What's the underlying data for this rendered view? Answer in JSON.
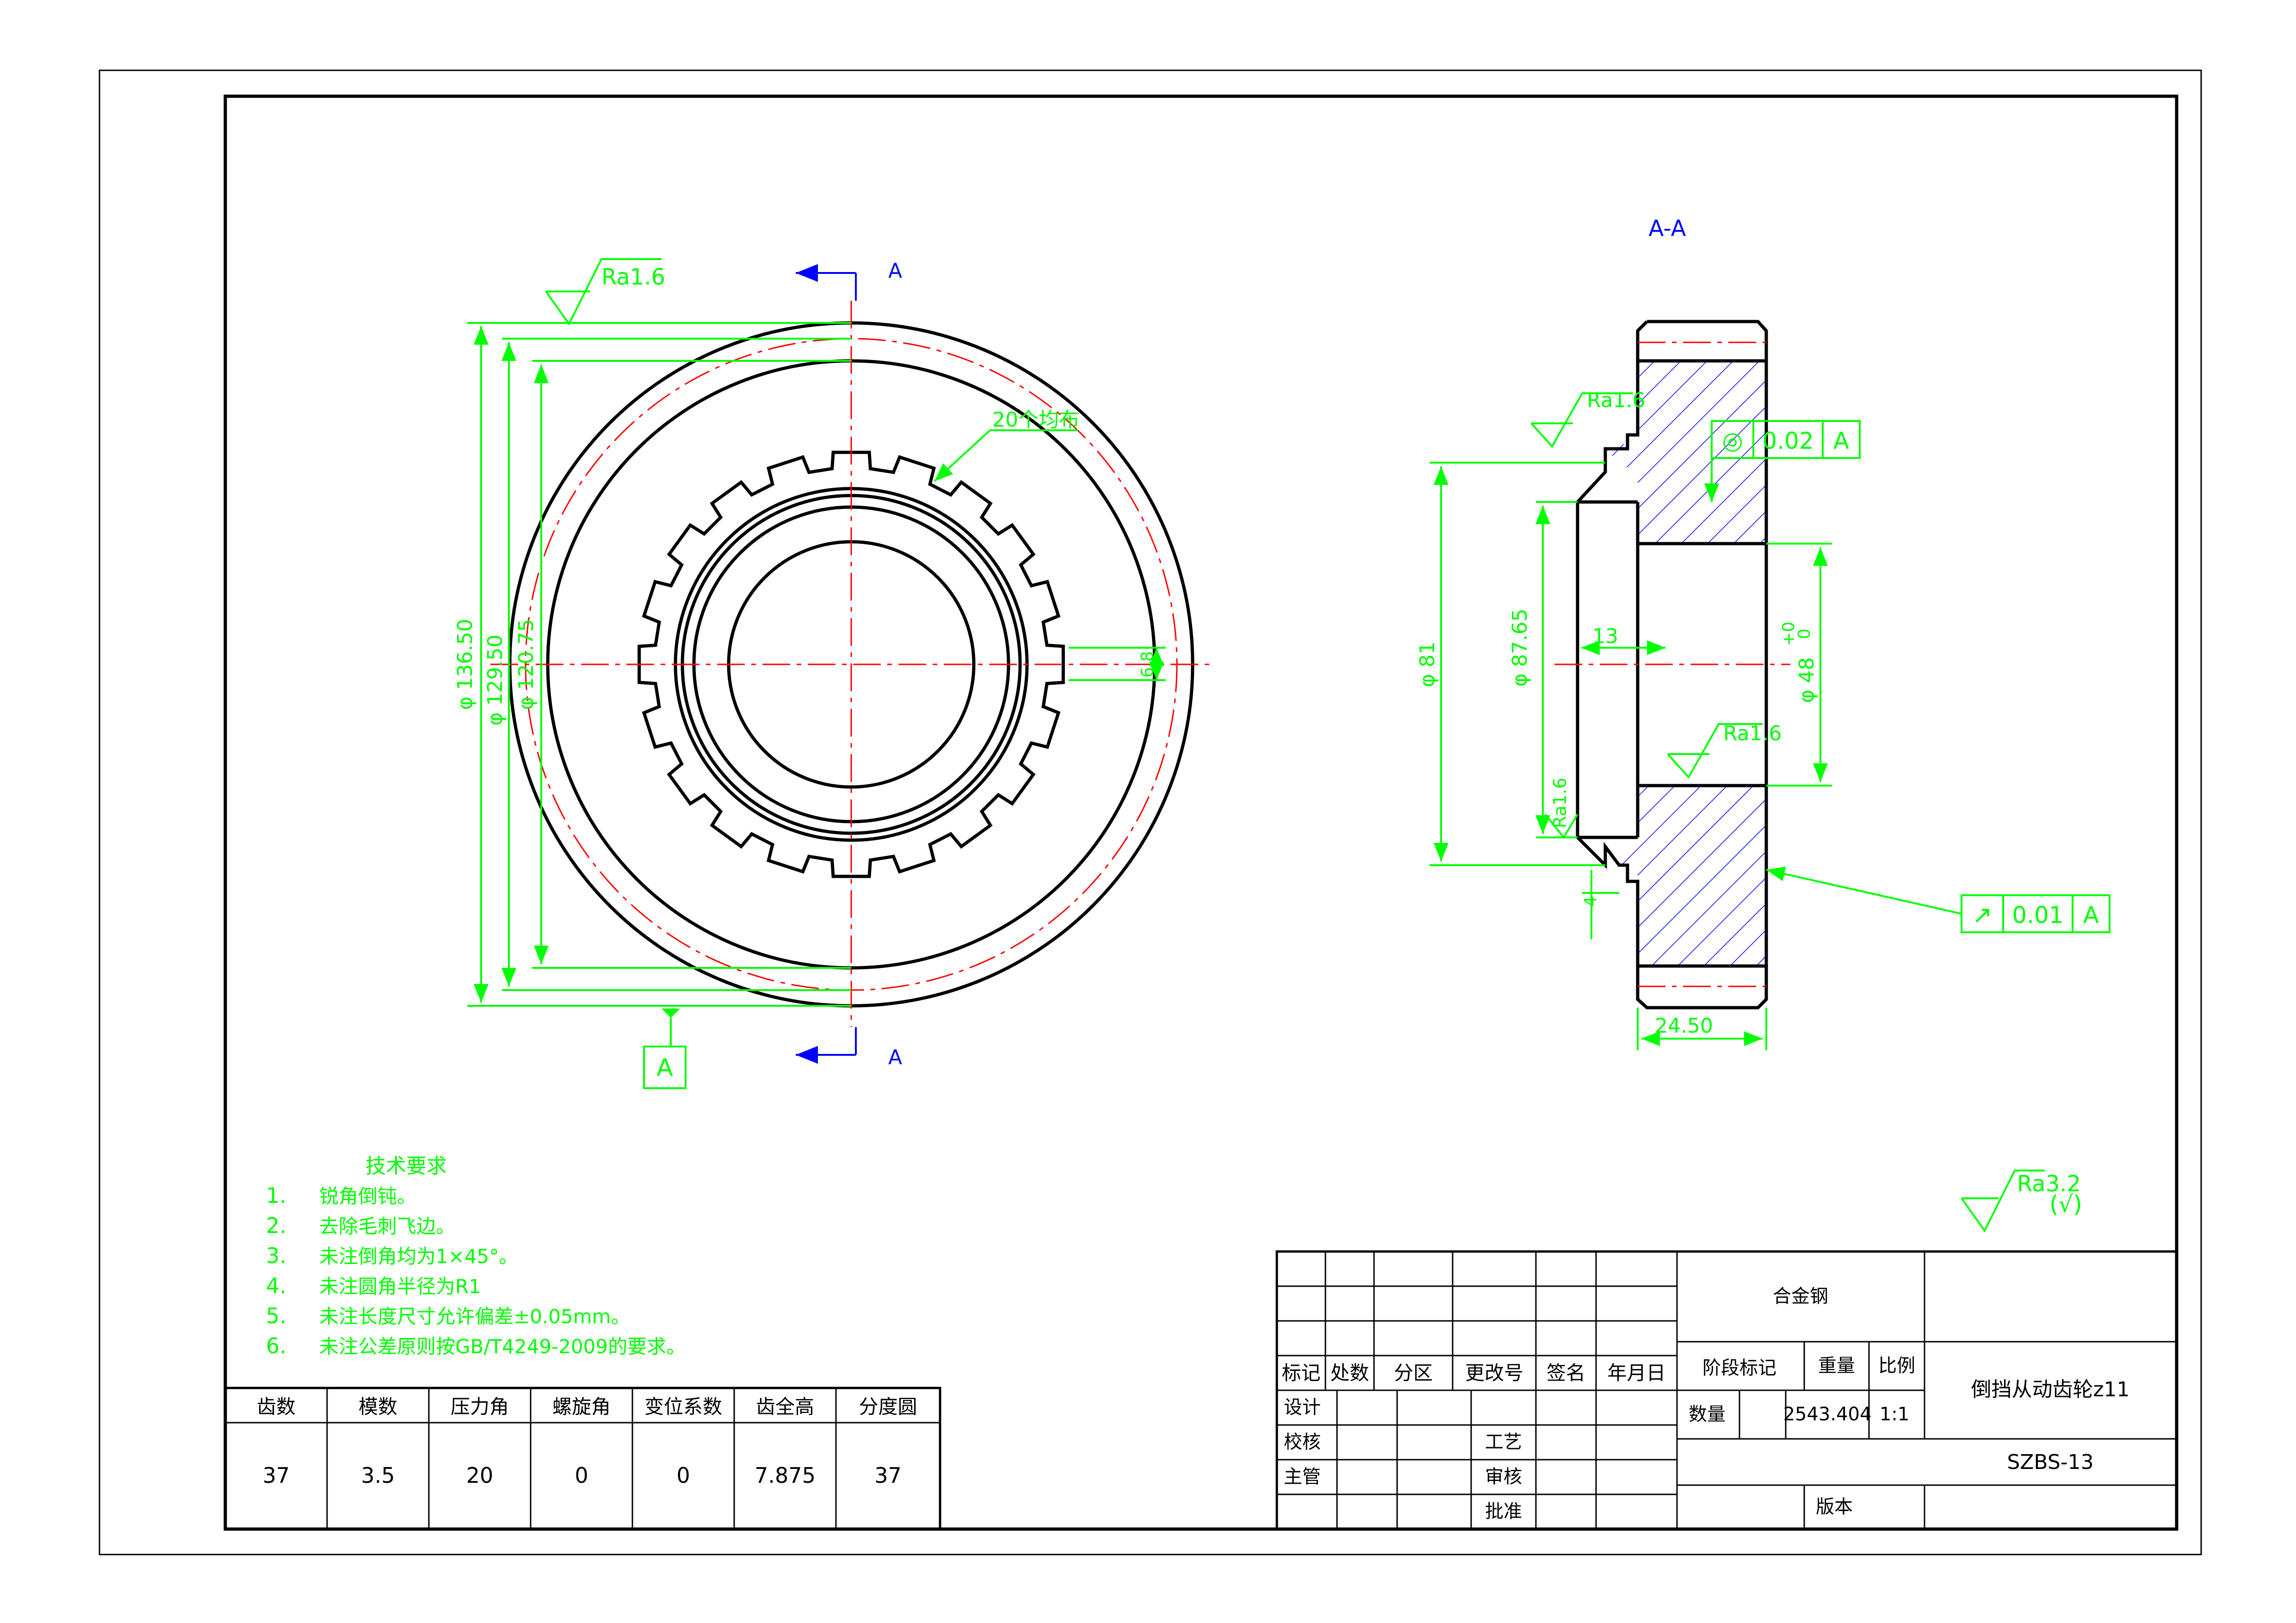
{
  "section_label": "A-A",
  "section_marks": [
    "A",
    "A"
  ],
  "datum_label": "A",
  "roughness": {
    "top": "Ra1.6",
    "section_upper": "Ra1.6",
    "section_bore": "Ra1.6",
    "section_lower": "Ra1.6",
    "general": "Ra3.2",
    "general_suffix": "(√)"
  },
  "dimensions": {
    "d_outer": "φ 136.50",
    "d_root": "φ 129.50",
    "d_inner": "φ 120.75",
    "spline_note": "20个均布",
    "spline_width": "6.8",
    "hub_dia": "φ 81",
    "recess_dia": "φ 87.65",
    "bore_dia": "φ 48",
    "bore_tol_upper": "+0",
    "bore_tol_lower": "0",
    "hub_depth": "13",
    "width": "24.50",
    "small": "4"
  },
  "tolerances": {
    "circularity": {
      "symbol": "◎",
      "value": "0.02",
      "datum": "A"
    },
    "runout": {
      "symbol": "↗",
      "value": "0.01",
      "datum": "A"
    }
  },
  "tech_requirements": {
    "title": "技术要求",
    "items": [
      {
        "num": "1.",
        "text": "锐角倒钝。"
      },
      {
        "num": "2.",
        "text": "去除毛刺飞边。"
      },
      {
        "num": "3.",
        "text": "未注倒角均为1×45°。"
      },
      {
        "num": "4.",
        "text": "未注圆角半径为R1"
      },
      {
        "num": "5.",
        "text": "未注长度尺寸允许偏差±0.05mm。"
      },
      {
        "num": "6.",
        "text": "未注公差原则按GB/T4249-2009的要求。"
      }
    ]
  },
  "gear_params": {
    "headers": [
      "齿数",
      "模数",
      "压力角",
      "螺旋角",
      "变位系数",
      "齿全高",
      "分度圆"
    ],
    "values": [
      "37",
      "3.5",
      "20",
      "0",
      "0",
      "7.875",
      "37"
    ]
  },
  "title_block": {
    "material": "合金钢",
    "rev_headers": [
      "标记",
      "处数",
      "分区",
      "更改号",
      "签名",
      "年月日"
    ],
    "design": "设计",
    "check": "校核",
    "chief": "主管",
    "process": "工艺",
    "review": "审核",
    "approve": "批准",
    "stage_mark": "阶段标记",
    "weight_label": "重量",
    "scale_label": "比例",
    "qty_label": "数量",
    "weight_value": "2543.404",
    "scale_value": "1:1",
    "part_name": "倒挡从动齿轮z11",
    "drawing_no": "SZBS-13",
    "version": "版本"
  }
}
